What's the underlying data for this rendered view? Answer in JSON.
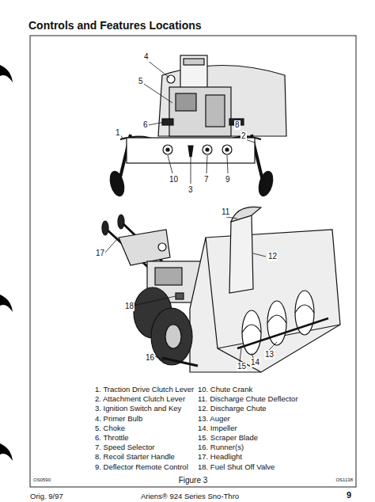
{
  "diagram": {
    "title": "Controls and Features Locations",
    "caption": "Figure 3",
    "labels": [
      "4",
      "5",
      "6",
      "8",
      "1",
      "2",
      "10",
      "7",
      "9",
      "3",
      "11",
      "12",
      "17",
      "18",
      "13",
      "14",
      "15",
      "16",
      "1. Traction Drive Clutch Lever",
      "2. Attachment Clutch Lever",
      "3. Ignition Switch and Key",
      "4. Primer Bulb",
      "5. Choke",
      "6. Throttle",
      "7. Speed Selector",
      "8. Recoil Starter Handle",
      "9. Deflector Remote Control",
      "10. Chute Crank",
      "11. Discharge Chute Deflector",
      "12. Discharge Chute",
      "13. Auger",
      "14. Impeller",
      "15. Scraper Blade",
      "16. Runner(s)",
      "17. Headlight",
      "18. Fuel Shut Off Valve",
      "OS0590",
      "OS1138",
      "Orig. 9/97",
      "Ariens® 924 Series Sno-Thro",
      "9"
    ]
  }
}
